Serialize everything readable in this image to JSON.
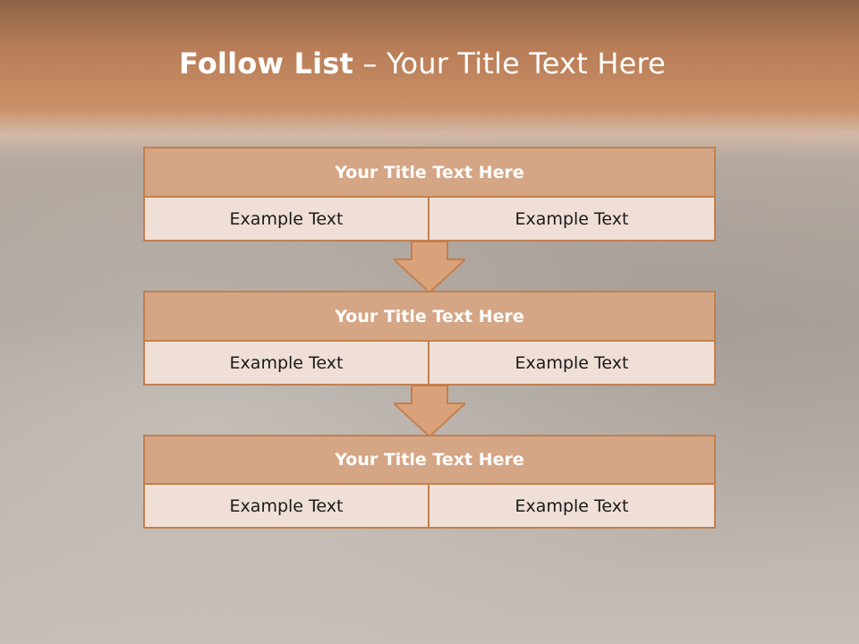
{
  "slide": {
    "title_bold": "Follow List",
    "title_rest": " – Your Title Text Here"
  },
  "blocks": [
    {
      "title": "Your Title Text Here",
      "left": "Example Text",
      "right": "Example Text"
    },
    {
      "title": "Your Title Text Here",
      "left": "Example Text",
      "right": "Example Text"
    },
    {
      "title": "Your Title Text Here",
      "left": "Example Text",
      "right": "Example Text"
    }
  ],
  "colors": {
    "header_fill": "#d5a685",
    "border": "#c2804f",
    "cell_fill": "#efdfd6",
    "arrow_fill": "#d9a27a"
  },
  "icons": [
    "down-arrow-icon",
    "down-arrow-icon"
  ]
}
